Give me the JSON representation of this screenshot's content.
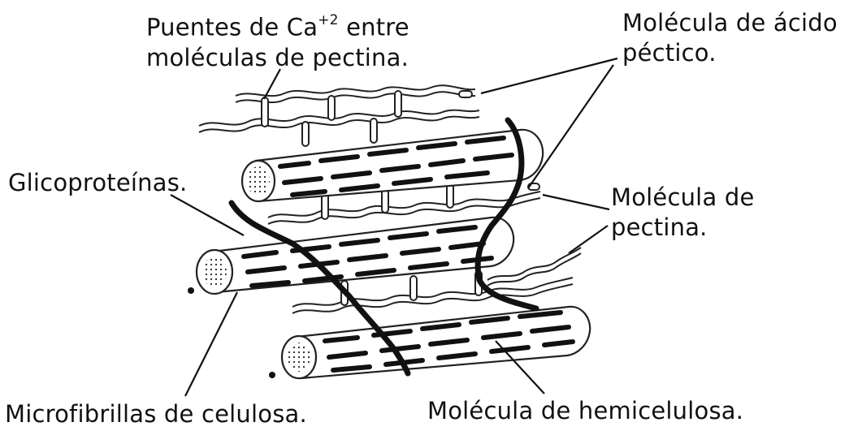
{
  "labels": {
    "puentes_line1_pre": "Puentes de Ca",
    "puentes_sup": "+2",
    "puentes_line1_post": " entre",
    "puentes_line2": "moléculas de pectina.",
    "acido_line1": "Molécula de ácido",
    "acido_line2": "péctico.",
    "glicoproteinas": "Glicoproteínas.",
    "pectina_line1": "Molécula de",
    "pectina_line2": "pectina.",
    "microfibrillas": "Microfibrillas de celulosa.",
    "hemicelulosa": "Molécula de hemicelulosa."
  }
}
